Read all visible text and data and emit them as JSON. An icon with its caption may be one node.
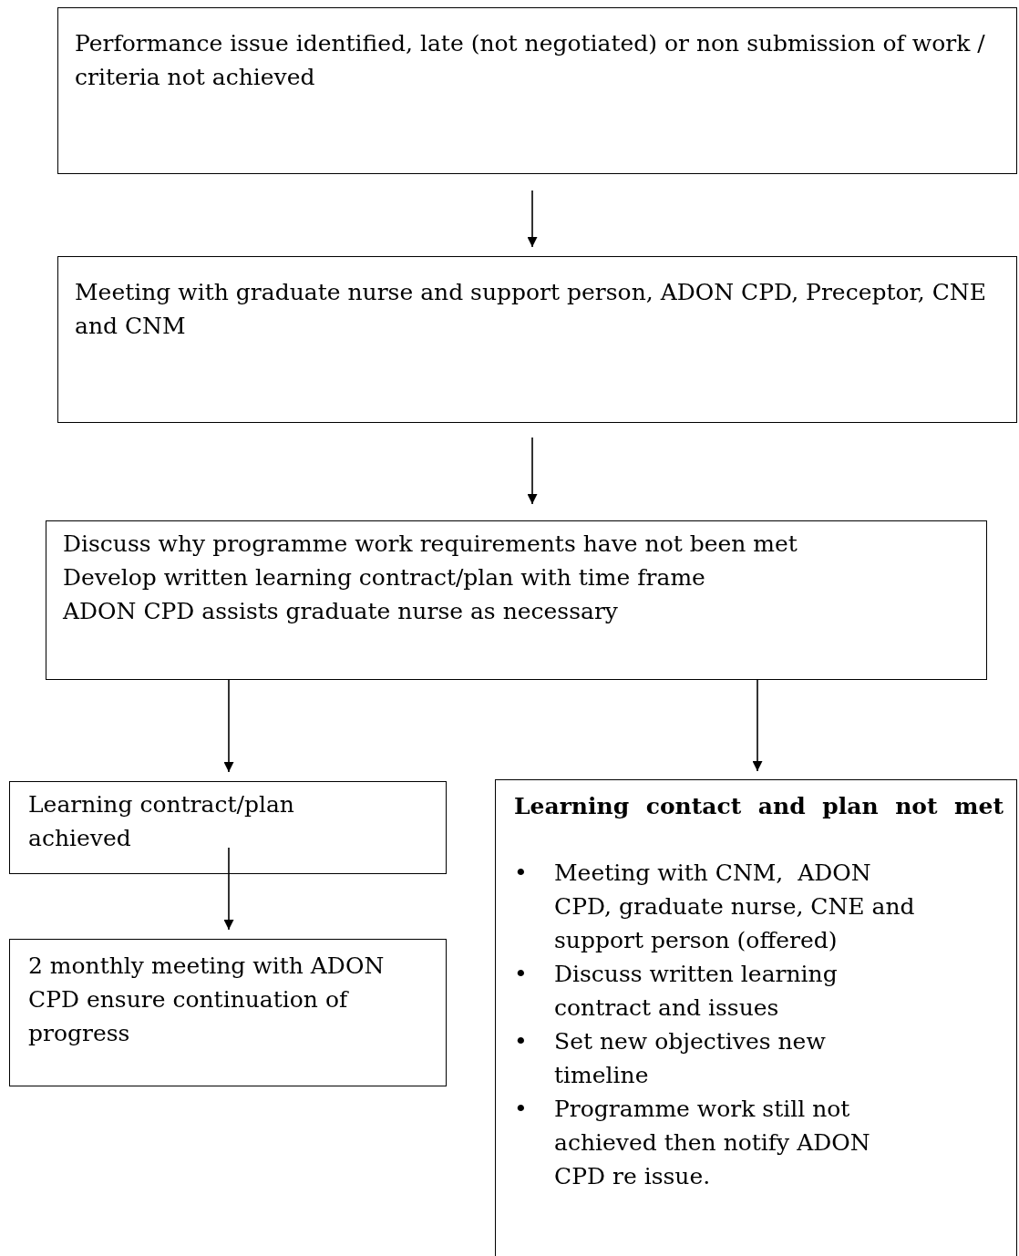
{
  "diagram": {
    "nodes": [
      {
        "text": [
          "Performance issue identified, late (not negotiated) or non submission of work / criteria not achieved"
        ]
      },
      {
        "text": [
          "Meeting with graduate nurse and support person, ADON CPD, Preceptor, CNE and CNM"
        ]
      },
      {
        "text": [
          "Discuss why programme work requirements have not been met",
          "Develop written learning contract/plan with time frame",
          "ADON CPD assists graduate nurse as necessary"
        ]
      },
      {
        "text": [
          "Learning contract/plan achieved"
        ]
      },
      {
        "text": [
          "2 monthly meeting with ADON CPD ensure continuation of progress"
        ]
      },
      {
        "text": [
          "Learning contact and plan not met",
          "Meeting with CNM,  ADON CPD, graduate nurse, CNE and support person (offered)",
          "Discuss written learning contract and issues",
          "Set new objectives new timeline",
          "Programme work still not achieved then notify ADON CPD re issue."
        ]
      }
    ],
    "labels": [
      "•",
      "•",
      "•",
      "•"
    ],
    "edges": [
      {
        "from": 0,
        "to": 1,
        "arrow": "to"
      },
      {
        "from": 1,
        "to": 2,
        "arrow": "to"
      },
      {
        "from": 2,
        "to": 3,
        "arrow": "to"
      },
      {
        "from": 2,
        "to": 5,
        "arrow": "to"
      },
      {
        "from": 3,
        "to": 4,
        "arrow": "to"
      }
    ]
  }
}
